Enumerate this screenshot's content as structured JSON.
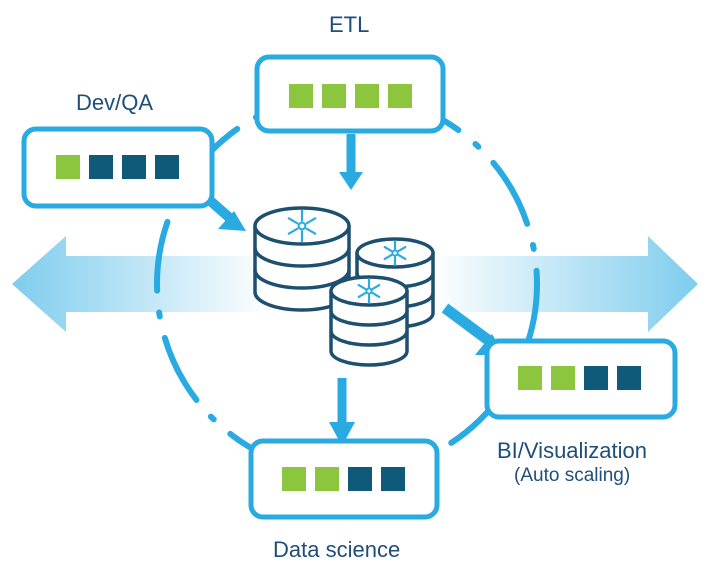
{
  "colors": {
    "accent": "#29abe2",
    "green": "#8cc63f",
    "navy": "#0f5a78",
    "db_stroke": "#1d4f6f",
    "text": "#1f4e79"
  },
  "center_icon": "database-cluster-icon",
  "clusters": [
    {
      "id": "etl",
      "label": "ETL",
      "blocks": [
        "green",
        "green",
        "green",
        "green"
      ]
    },
    {
      "id": "devqa",
      "label": "Dev/QA",
      "blocks": [
        "green",
        "navy",
        "navy",
        "navy"
      ]
    },
    {
      "id": "bi",
      "label": "BI/Visualization",
      "sublabel": "(Auto scaling)",
      "blocks": [
        "green",
        "green",
        "navy",
        "navy"
      ]
    },
    {
      "id": "ds",
      "label": "Data science",
      "blocks": [
        "green",
        "green",
        "navy",
        "navy"
      ]
    }
  ]
}
